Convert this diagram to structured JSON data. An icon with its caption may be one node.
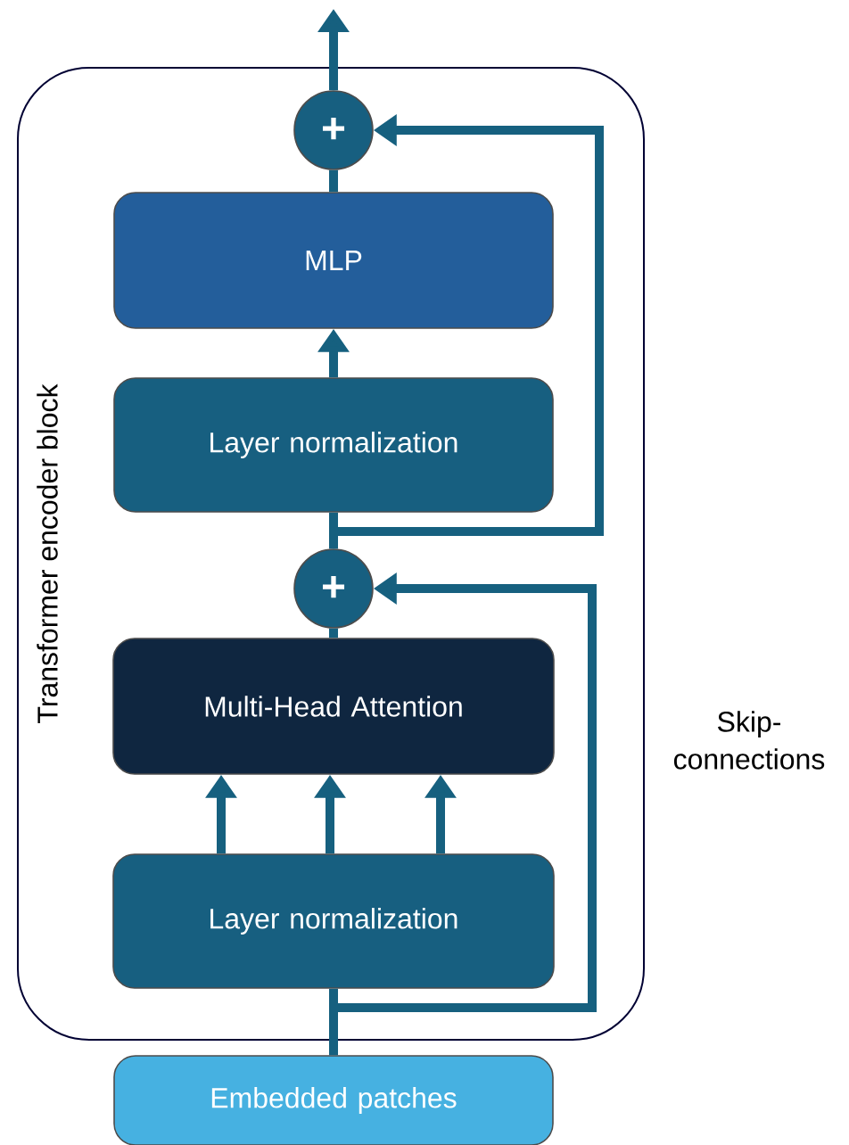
{
  "diagram": {
    "nodes": [
      {
        "text": [
          "Transformer encoder block"
        ]
      },
      {
        "text": [
          "+"
        ],
        "in": 0
      },
      {
        "text": [
          "MLP"
        ],
        "in": 0
      },
      {
        "text": [
          "Layer normalization"
        ],
        "in": 0
      },
      {
        "text": [
          "+"
        ],
        "in": 0
      },
      {
        "text": [
          "Multi-Head Attention"
        ],
        "in": 0
      },
      {
        "text": [
          "Layer normalization"
        ],
        "in": 0
      },
      {
        "text": [
          "Embedded patches"
        ]
      }
    ],
    "edges": [
      {
        "from": 7,
        "to": 6,
        "arrow": "none"
      },
      {
        "from": 7,
        "to": 4,
        "arrow": "to"
      },
      {
        "from": 6,
        "to": 5,
        "arrow": "to"
      },
      {
        "from": 6,
        "to": 5,
        "arrow": "to"
      },
      {
        "from": 6,
        "to": 5,
        "arrow": "to"
      },
      {
        "from": 5,
        "to": 4,
        "arrow": "none"
      },
      {
        "from": 4,
        "to": 3,
        "arrow": "none"
      },
      {
        "from": 4,
        "to": 1,
        "arrow": "to"
      },
      {
        "from": 3,
        "to": 2,
        "arrow": "to"
      },
      {
        "from": 2,
        "to": 1,
        "arrow": "none"
      },
      {
        "from": 1,
        "to": null,
        "arrow": "to"
      }
    ],
    "labels": [
      "Skip-connections"
    ]
  }
}
